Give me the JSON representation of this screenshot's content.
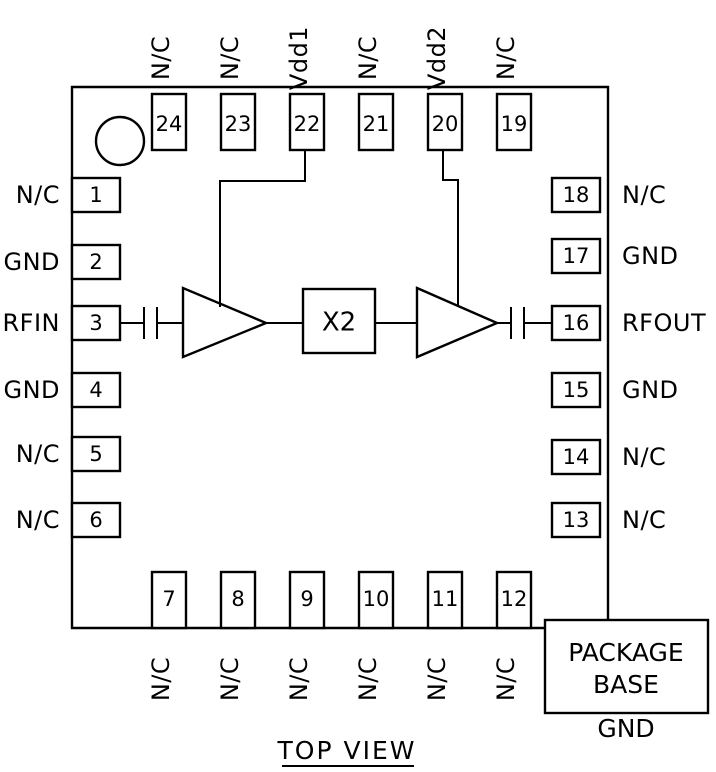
{
  "diagram": {
    "title": "TOP VIEW",
    "package_base": {
      "line1": "PACKAGE",
      "line2": "BASE",
      "ground_label": "GND"
    },
    "pin1_marker": "pin1-dot",
    "blocks": {
      "amp1": "amplifier-1",
      "multiplier": "X2",
      "amp2": "amplifier-2",
      "cap_in": "dc-block-cap-in",
      "cap_out": "dc-block-cap-out"
    },
    "pins": {
      "left": [
        {
          "num": "1",
          "label": "N/C"
        },
        {
          "num": "2",
          "label": "GND"
        },
        {
          "num": "3",
          "label": "RFIN"
        },
        {
          "num": "4",
          "label": "GND"
        },
        {
          "num": "5",
          "label": "N/C"
        },
        {
          "num": "6",
          "label": "N/C"
        }
      ],
      "bottom": [
        {
          "num": "7",
          "label": "N/C"
        },
        {
          "num": "8",
          "label": "N/C"
        },
        {
          "num": "9",
          "label": "N/C"
        },
        {
          "num": "10",
          "label": "N/C"
        },
        {
          "num": "11",
          "label": "N/C"
        },
        {
          "num": "12",
          "label": "N/C"
        }
      ],
      "right": [
        {
          "num": "13",
          "label": "N/C"
        },
        {
          "num": "14",
          "label": "N/C"
        },
        {
          "num": "15",
          "label": "GND"
        },
        {
          "num": "16",
          "label": "RFOUT"
        },
        {
          "num": "17",
          "label": "GND"
        },
        {
          "num": "18",
          "label": "N/C"
        }
      ],
      "top": [
        {
          "num": "19",
          "label": "N/C"
        },
        {
          "num": "20",
          "label": "Vdd2"
        },
        {
          "num": "21",
          "label": "N/C"
        },
        {
          "num": "22",
          "label": "Vdd1"
        },
        {
          "num": "23",
          "label": "N/C"
        },
        {
          "num": "24",
          "label": "N/C"
        }
      ]
    },
    "colors": {
      "line": "#000000",
      "background": "#ffffff"
    }
  }
}
